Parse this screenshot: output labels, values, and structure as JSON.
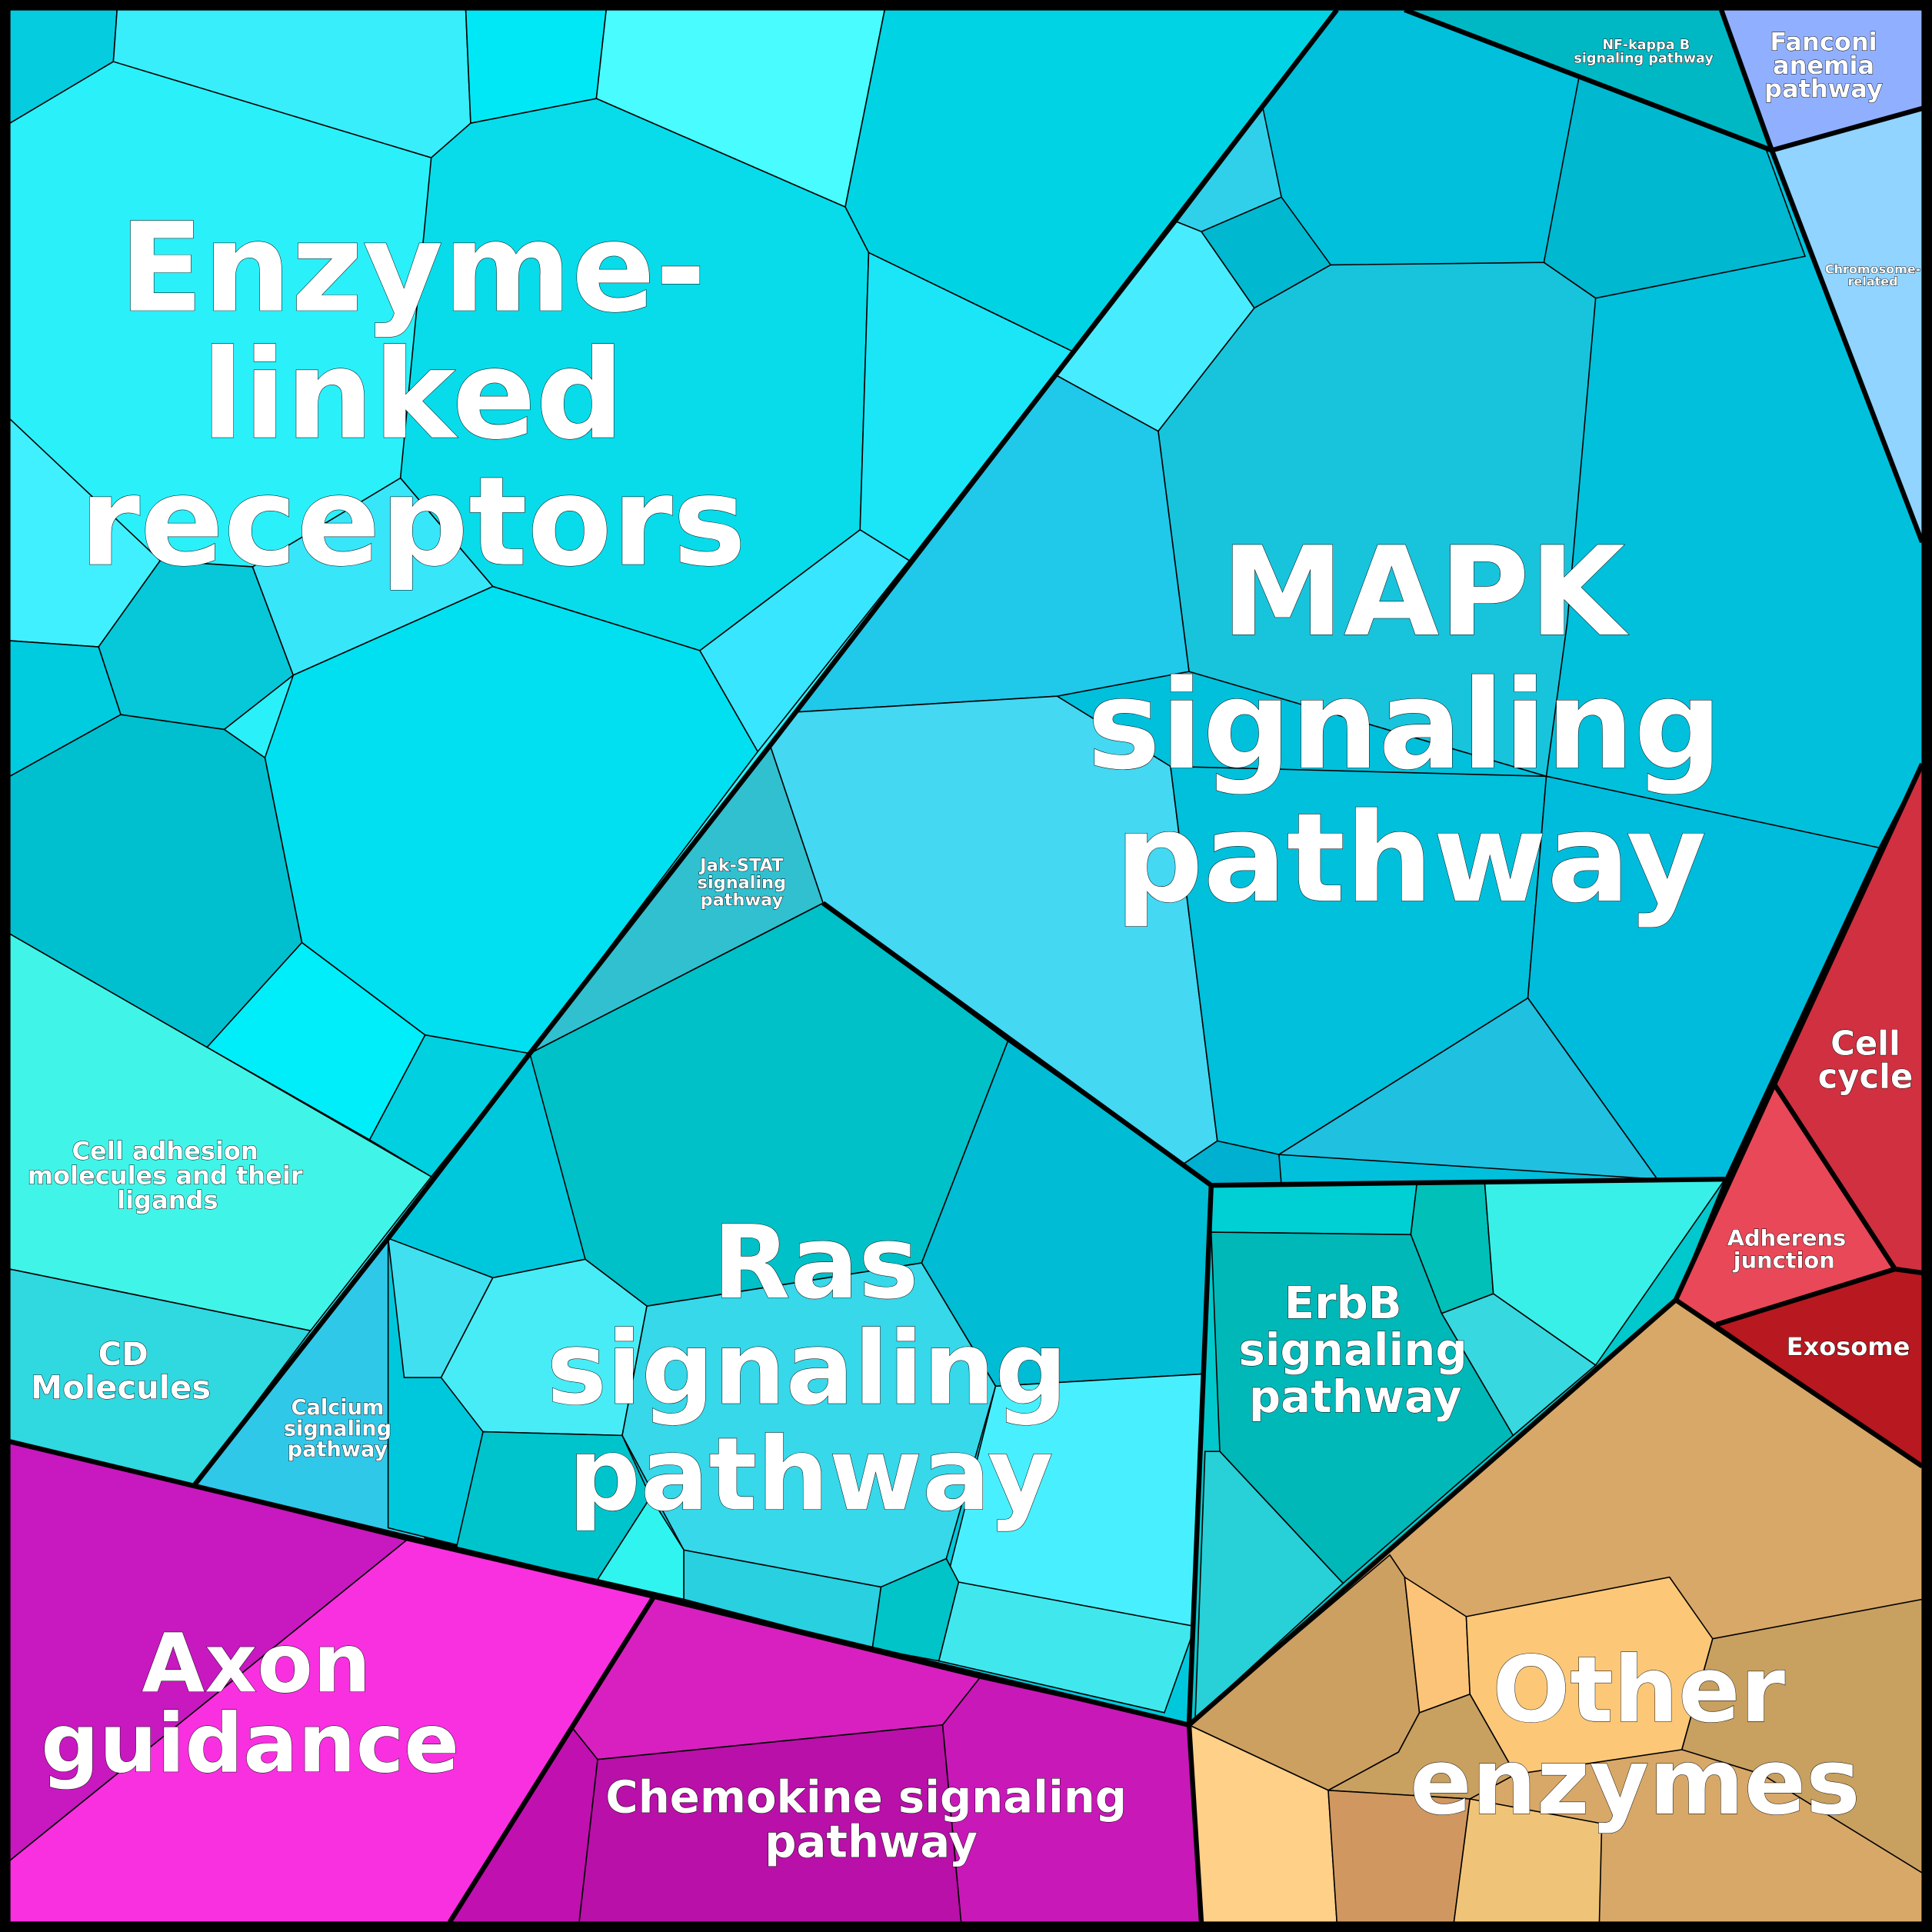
{
  "labels": {
    "enzyme_linked": [
      "Enzyme-",
      "linked",
      "receptors"
    ],
    "mapk": [
      "MAPK",
      "signaling",
      "pathway"
    ],
    "ras": [
      "Ras",
      "signaling",
      "pathway"
    ],
    "erbb": [
      "ErbB",
      "signaling",
      "pathway"
    ],
    "jak_stat": [
      "Jak-STAT",
      "signaling",
      "pathway"
    ],
    "calcium": [
      "Calcium",
      "signaling",
      "pathway"
    ],
    "cell_adhesion": [
      "Cell adhesion",
      "molecules and their",
      "ligands"
    ],
    "cd_molecules": [
      "CD",
      "Molecules"
    ],
    "nf_kappa_b": [
      "NF-kappa B",
      "signaling pathway"
    ],
    "fanconi": [
      "Fanconi",
      "anemia",
      "pathway"
    ],
    "chromosome": [
      "Chromosome-",
      "related"
    ],
    "cell_cycle": [
      "Cell",
      "cycle"
    ],
    "adherens": [
      "Adherens",
      "junction"
    ],
    "exosome": [
      "Exosome"
    ],
    "other_enzymes": [
      "Other",
      "enzymes"
    ],
    "axon": [
      "Axon",
      "guidance"
    ],
    "chemokine": [
      "Chemokine signaling",
      "pathway"
    ]
  },
  "colors": {
    "cyan_group": "#00d0e0",
    "magenta_group": "#e020d0",
    "orange_group": "#d8a868",
    "red_group": "#d03040",
    "blue_group": "#90b0ff"
  }
}
